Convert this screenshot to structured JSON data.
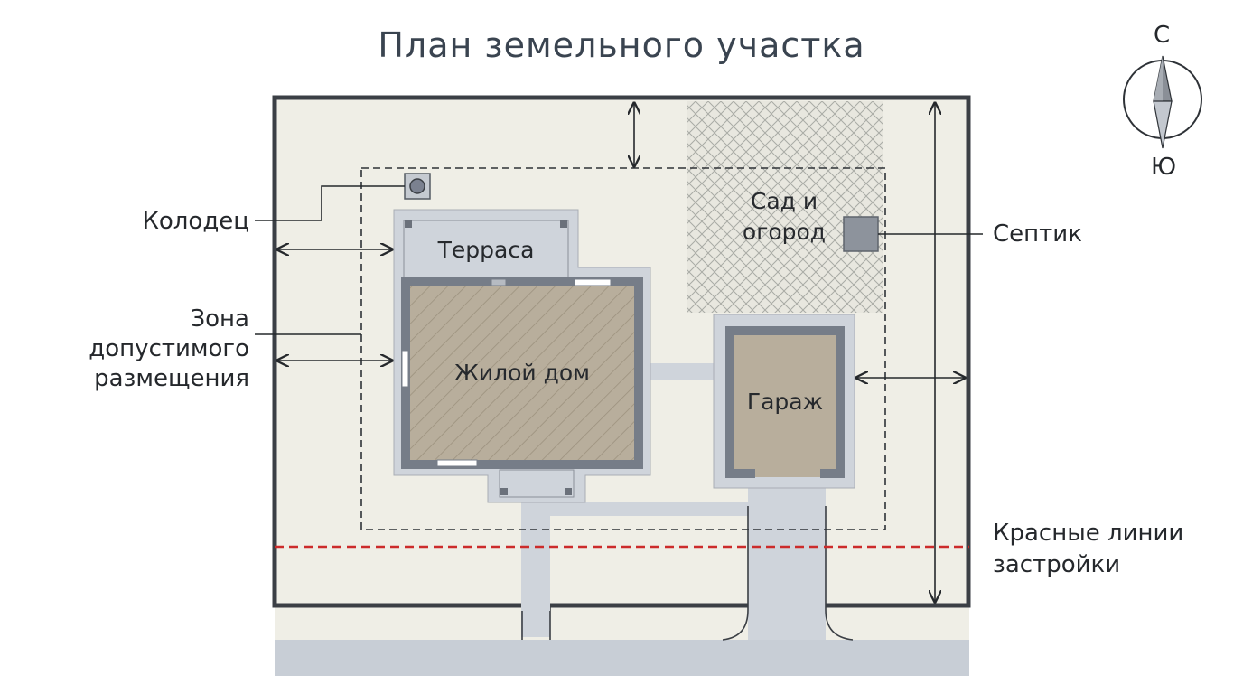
{
  "title": "План земельного участка",
  "compass": {
    "north": "С",
    "south": "Ю"
  },
  "labels": {
    "well": "Колодец",
    "zone_line1": "Зона",
    "zone_line2": "допустимого",
    "zone_line3": "размещения",
    "septic": "Септик",
    "red_lines_line1": "Красные линии",
    "red_lines_line2": "застройки",
    "terrace": "Терраса",
    "house": "Жилой дом",
    "garden_line1": "Сад и",
    "garden_line2": "огород",
    "garage": "Гараж"
  },
  "colors": {
    "plot_fill": "#efeee6",
    "plot_border": "#3b3f45",
    "building_wall": "#767d88",
    "house_fill": "#b8ae9c",
    "garage_fill": "#b8ae9c",
    "paving": "#cfd4db",
    "road": "#c8ced6",
    "red_line": "#cc2b2b",
    "text": "#25282c"
  }
}
